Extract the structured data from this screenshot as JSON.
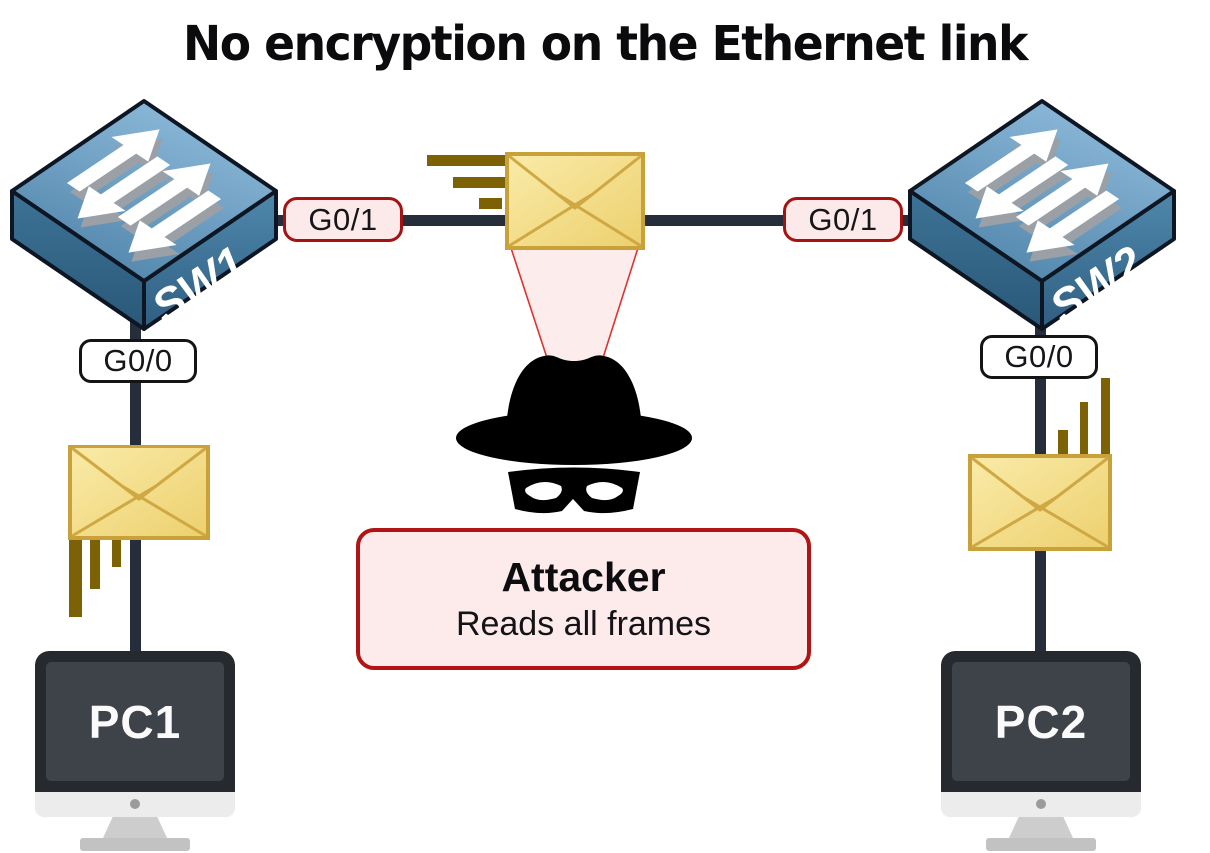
{
  "title": "No encryption on the Ethernet link",
  "nodes": {
    "sw1": "SW1",
    "sw2": "SW2",
    "pc1": "PC1",
    "pc2": "PC2"
  },
  "ports": {
    "sw1_uplink": "G0/1",
    "sw2_uplink": "G0/1",
    "sw1_access": "G0/0",
    "sw2_access": "G0/0"
  },
  "attacker": {
    "name": "Attacker",
    "description": "Reads all frames"
  },
  "colors": {
    "link_line": "#252e3a",
    "uplink_label_fill": "#fceaea",
    "uplink_label_border": "#a51212",
    "access_label_fill": "#ffffff",
    "access_label_border": "#141414",
    "envelope_fill": "#f2dc85",
    "envelope_border": "#c9a13b",
    "speed_line": "#7d6205",
    "attacker_box_fill": "#fdeaea",
    "attacker_box_border": "#b01414",
    "sniff_cone_fill": "#fdecec",
    "sniff_cone_edge": "#e03131",
    "switch_blue": "#4e83a9",
    "monitor_dark": "#26292e"
  }
}
